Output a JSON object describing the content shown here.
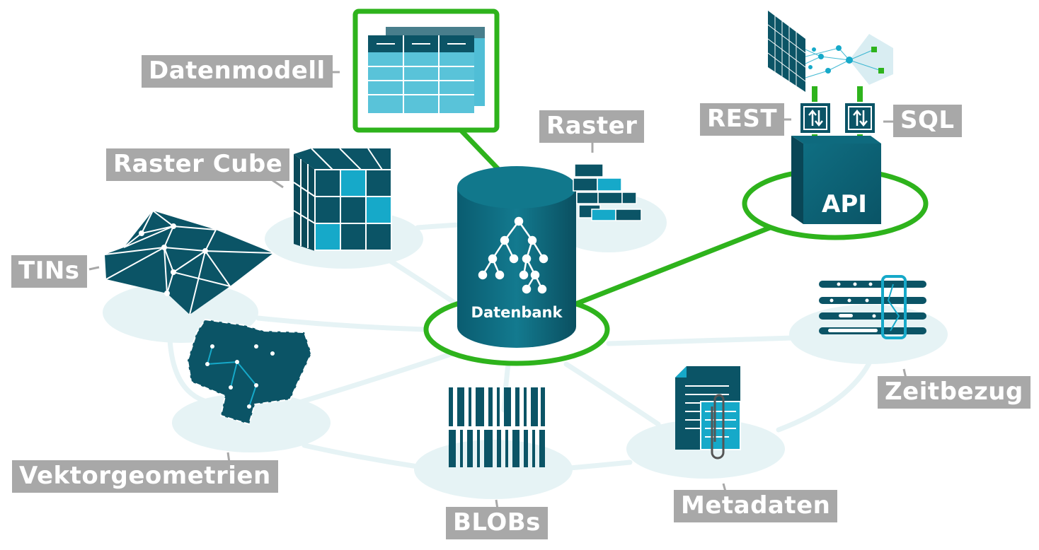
{
  "diagram": {
    "center": {
      "label": "Datenbank"
    },
    "api": {
      "label": "API",
      "protocols": [
        "REST",
        "SQL"
      ]
    },
    "nodes": [
      "Datenmodell",
      "Raster",
      "Raster Cube",
      "TINs",
      "Vektorgeometrien",
      "BLOBs",
      "Metadaten",
      "Zeitbezug"
    ]
  },
  "colors": {
    "highlight_green": "#2eb31c",
    "dark_teal": "#0b5466",
    "cyan": "#16a9c9",
    "label_gray": "#a8a8a8",
    "pad": "#e6f3f5"
  }
}
